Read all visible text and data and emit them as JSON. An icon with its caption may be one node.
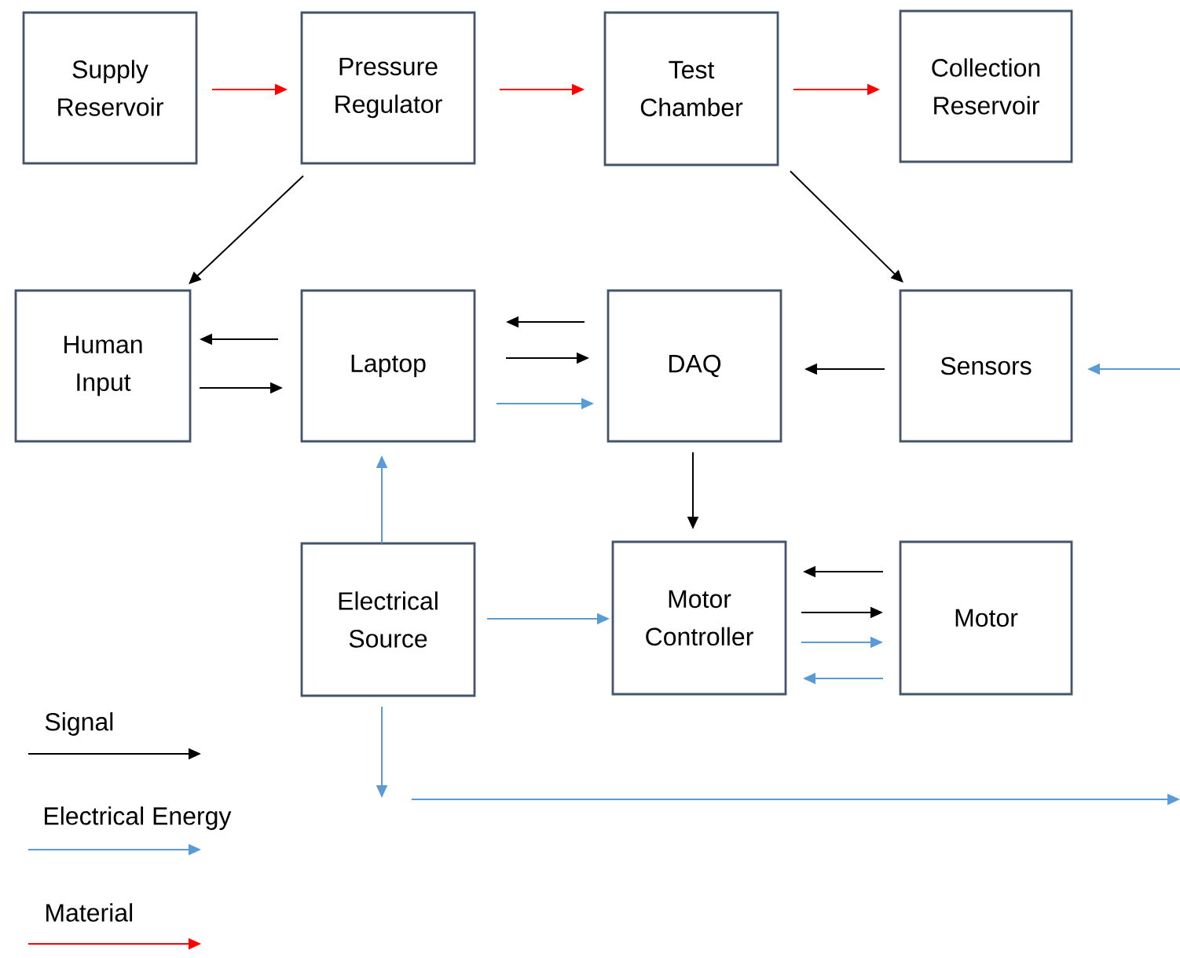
{
  "diagram": {
    "nodes": [
      {
        "text": [
          "Supply Reservoir"
        ]
      },
      {
        "text": [
          "Pressure Regulator"
        ]
      },
      {
        "text": [
          "Test Chamber"
        ]
      },
      {
        "text": [
          "Collection Reservoir"
        ]
      },
      {
        "text": [
          "Human Input"
        ]
      },
      {
        "text": [
          "Laptop"
        ]
      },
      {
        "text": [
          "DAQ"
        ]
      },
      {
        "text": [
          "Sensors"
        ]
      },
      {
        "text": [
          "Electrical Source"
        ]
      },
      {
        "text": [
          "Motor Controller"
        ]
      },
      {
        "text": [
          "Motor"
        ]
      }
    ],
    "edges": [
      {
        "from": 0,
        "to": 1,
        "arrow": "to",
        "color": "#ff0000"
      },
      {
        "from": 1,
        "to": 2,
        "arrow": "to",
        "color": "#ff0000"
      },
      {
        "from": 2,
        "to": 3,
        "arrow": "to",
        "color": "#ff0000"
      },
      {
        "from": 1,
        "to": 4,
        "arrow": "to"
      },
      {
        "from": 2,
        "to": 7,
        "arrow": "to"
      },
      {
        "from": 5,
        "to": 4,
        "arrow": "to"
      },
      {
        "from": 4,
        "to": 5,
        "arrow": "to"
      },
      {
        "from": 6,
        "to": 5,
        "arrow": "to"
      },
      {
        "from": 5,
        "to": 6,
        "arrow": "to"
      },
      {
        "from": 5,
        "to": 6,
        "arrow": "to",
        "color": "#5b9bd5"
      },
      {
        "from": 7,
        "to": 6,
        "arrow": "to"
      },
      {
        "from": null,
        "to": 7,
        "arrow": "to",
        "color": "#5b9bd5"
      },
      {
        "from": 8,
        "to": 5,
        "arrow": "to",
        "color": "#5b9bd5"
      },
      {
        "from": 6,
        "to": 9,
        "arrow": "to"
      },
      {
        "from": 10,
        "to": 9,
        "arrow": "to"
      },
      {
        "from": 9,
        "to": 10,
        "arrow": "to"
      },
      {
        "from": 9,
        "to": 10,
        "arrow": "to",
        "color": "#5b9bd5"
      },
      {
        "from": 10,
        "to": 9,
        "arrow": "to",
        "color": "#5b9bd5"
      },
      {
        "from": 8,
        "to": 9,
        "arrow": "to",
        "color": "#5b9bd5"
      },
      {
        "from": 8,
        "to": null,
        "arrow": "to",
        "color": "#5b9bd5"
      }
    ],
    "legend": [
      {
        "text": "Signal"
      },
      {
        "text": "Electrical Energy"
      },
      {
        "text": "Material"
      }
    ]
  }
}
